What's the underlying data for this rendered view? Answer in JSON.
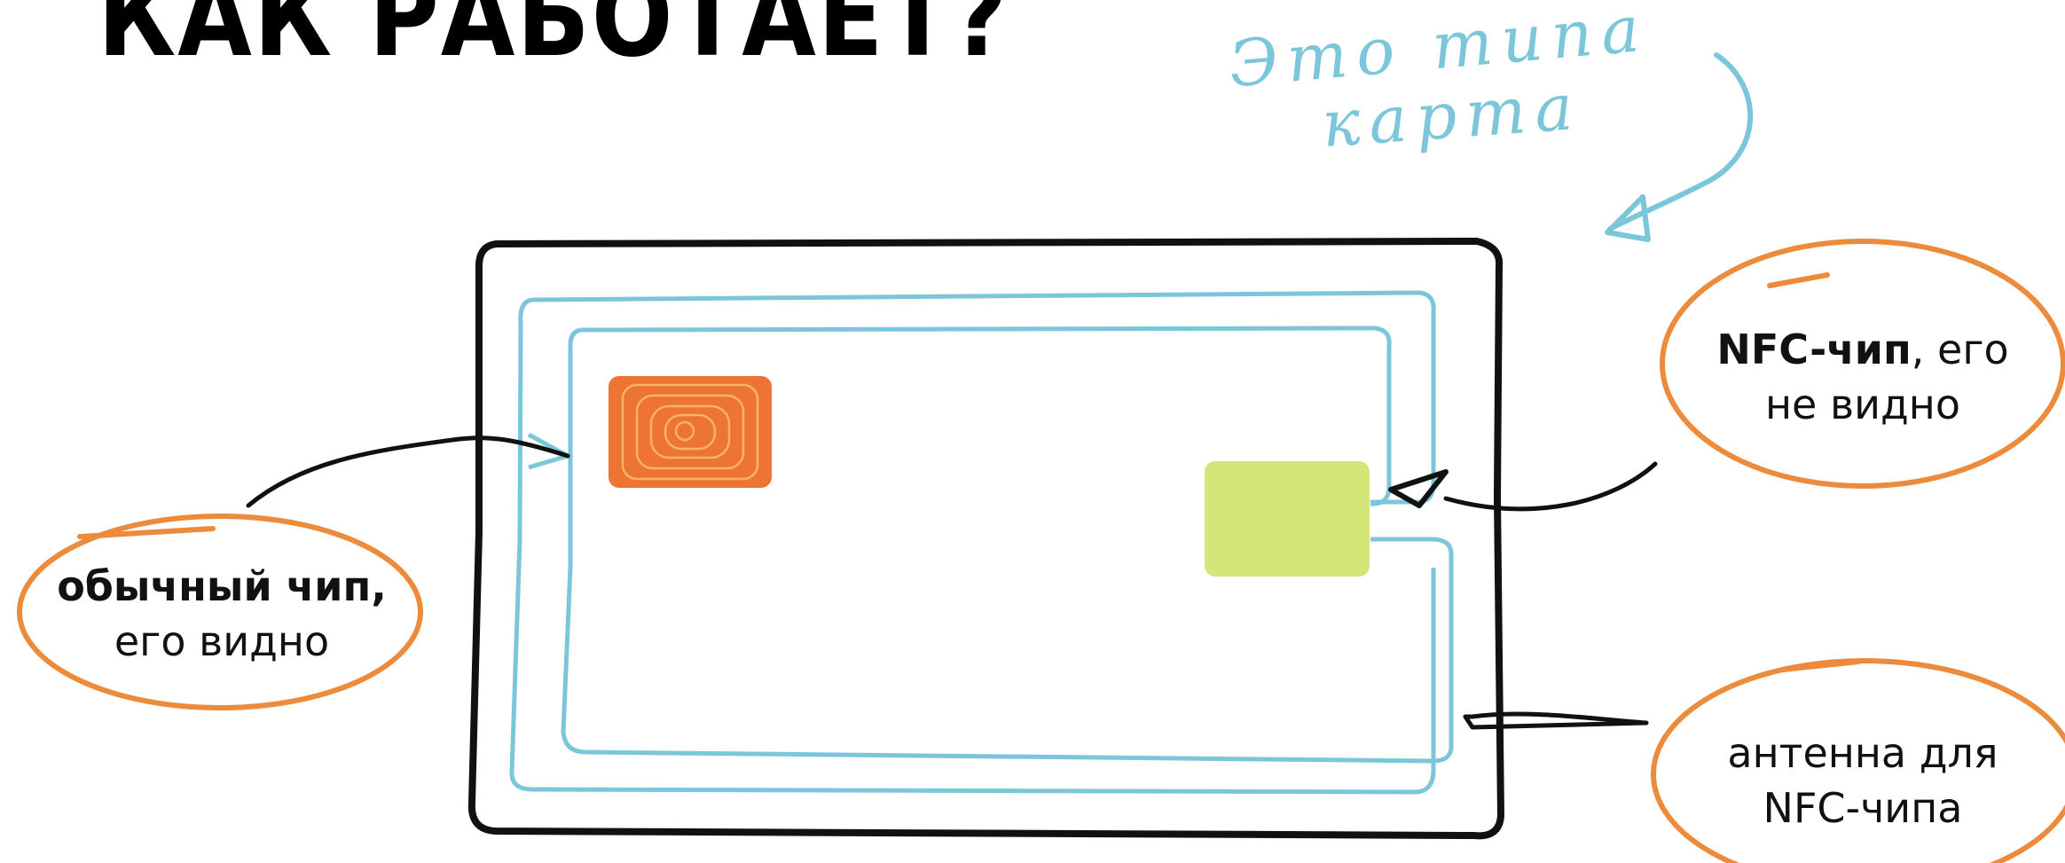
{
  "title": "КАК РАБОТАЕТ?",
  "handwritten_note": {
    "line1": "Это типа",
    "line2": "карта"
  },
  "callouts": {
    "regular_chip": {
      "bold": "обычный чип,",
      "normal": "его видно"
    },
    "nfc_chip": {
      "bold": "NFC-чип",
      "normal_after_bold": ", его",
      "line2": "не видно"
    },
    "antenna": {
      "line1": "антенна для",
      "line2": "NFC-чипа"
    }
  },
  "colors": {
    "card_outline": "#111111",
    "antenna": "#7cc6dc",
    "regular_chip": "#ee7433",
    "nfc_chip": "#d4e677",
    "bubble_outline": "#ec8b3c",
    "note_text": "#7cc6dc"
  }
}
